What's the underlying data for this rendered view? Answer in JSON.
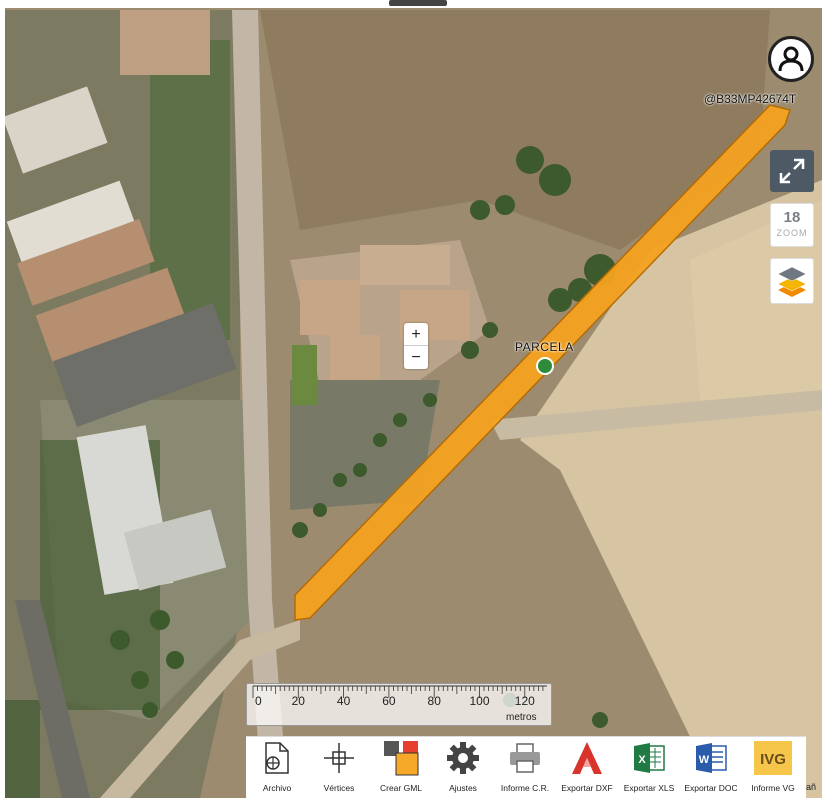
{
  "map": {
    "cadastral_ref": "@B33MP42674T",
    "zoom_level": "18",
    "zoom_text": "ZOOM",
    "zoom_in": "+",
    "zoom_out": "−",
    "parcel_label": "PARCELA",
    "colors": {
      "parcel_fill": "#f5a321",
      "parcel_stroke": "#b56a00",
      "marker": "#2e8b3a"
    }
  },
  "controls": {
    "user_icon": "user-icon",
    "expand_icon": "expand-icon",
    "layers_icon": "layers-icon"
  },
  "scale_bar": {
    "ticks": [
      "0",
      "20",
      "40",
      "60",
      "80",
      "100",
      "120"
    ],
    "unit": "metros"
  },
  "toolbar": [
    {
      "label": "Archivo",
      "icon": "file-icon"
    },
    {
      "label": "Vértices",
      "icon": "crosshair-icon"
    },
    {
      "label": "Crear GML",
      "icon": "polygon-icon"
    },
    {
      "label": "Ajustes",
      "icon": "gear-icon"
    },
    {
      "label": "Informe C.R.",
      "icon": "printer-icon"
    },
    {
      "label": "Exportar DXF",
      "icon": "autocad-icon"
    },
    {
      "label": "Exportar XLS",
      "icon": "excel-icon"
    },
    {
      "label": "Exportar DOC",
      "icon": "word-icon"
    },
    {
      "label": "Informe VG",
      "icon": "vg-icon"
    }
  ],
  "toolbar_tail": "añ"
}
